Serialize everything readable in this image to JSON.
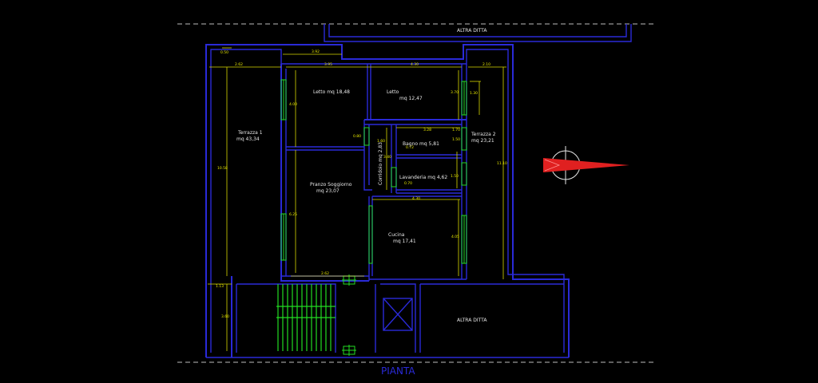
{
  "title": "PIANTA",
  "neighbors": {
    "top": "ALTRA DITTA",
    "bottom_right": "ALTRA DITTA"
  },
  "rooms": [
    {
      "id": "terrazza1",
      "name": "Terrazza 1",
      "area": "mq 43,34"
    },
    {
      "id": "letto1",
      "name": "Letto  mq 18,48",
      "area": ""
    },
    {
      "id": "letto2",
      "name": "Letto",
      "area": "mq 12,47"
    },
    {
      "id": "terrazza2",
      "name": "Terrazza 2",
      "area": "mq 23,21"
    },
    {
      "id": "bagno",
      "name": "Bagno  mq 5,81",
      "area": ""
    },
    {
      "id": "lavanderia",
      "name": "Lavanderia  mq 4,62",
      "area": ""
    },
    {
      "id": "corridoio",
      "name": "Corridoio  mq 2,83",
      "area": ""
    },
    {
      "id": "pranzo",
      "name": "Pranzo Soggiorno",
      "area": "mq 23,07"
    },
    {
      "id": "cucina",
      "name": "Cucina",
      "area": "mq 17,41"
    }
  ],
  "dimensions": {
    "d_top_small": "0.50",
    "d_terr1_width": "2.62",
    "d_letto1_width": "3.95",
    "d_top_step": "3.92",
    "d_letto2_width": "4.30",
    "d_terr2_width": "2.10",
    "d_terr1_height": "10.58",
    "d_letto1_height": "4.00",
    "d_door_b": "0.80",
    "d_corr_a": "1.60",
    "d_corr_b": "3.40",
    "d_bagno_w": "3.28",
    "d_bagno_h": "1.70",
    "d_bagno_h2": "1.50",
    "d_bagno_small": "0.72",
    "d_letto2_h": "3.70",
    "d_letto2_h2": "1.30",
    "d_lav_h": "1.50",
    "d_lav_small": "0.70",
    "d_cucina_w": "4.30",
    "d_terr2_height": "11.10",
    "d_pranzo_h": "6.25",
    "d_cucina_h": "4.05",
    "d_pranzo_bottom": "2.62",
    "d_left_bottom1": "1.13",
    "d_left_bottom2": "3.60"
  },
  "colors": {
    "walls": "#2a2ad8",
    "dimensions": "#d8d800",
    "windows_stairs": "#22dd22",
    "arrow": "#e02020",
    "background": "#000000"
  },
  "icons": {
    "north": "north-arrow-icon"
  }
}
